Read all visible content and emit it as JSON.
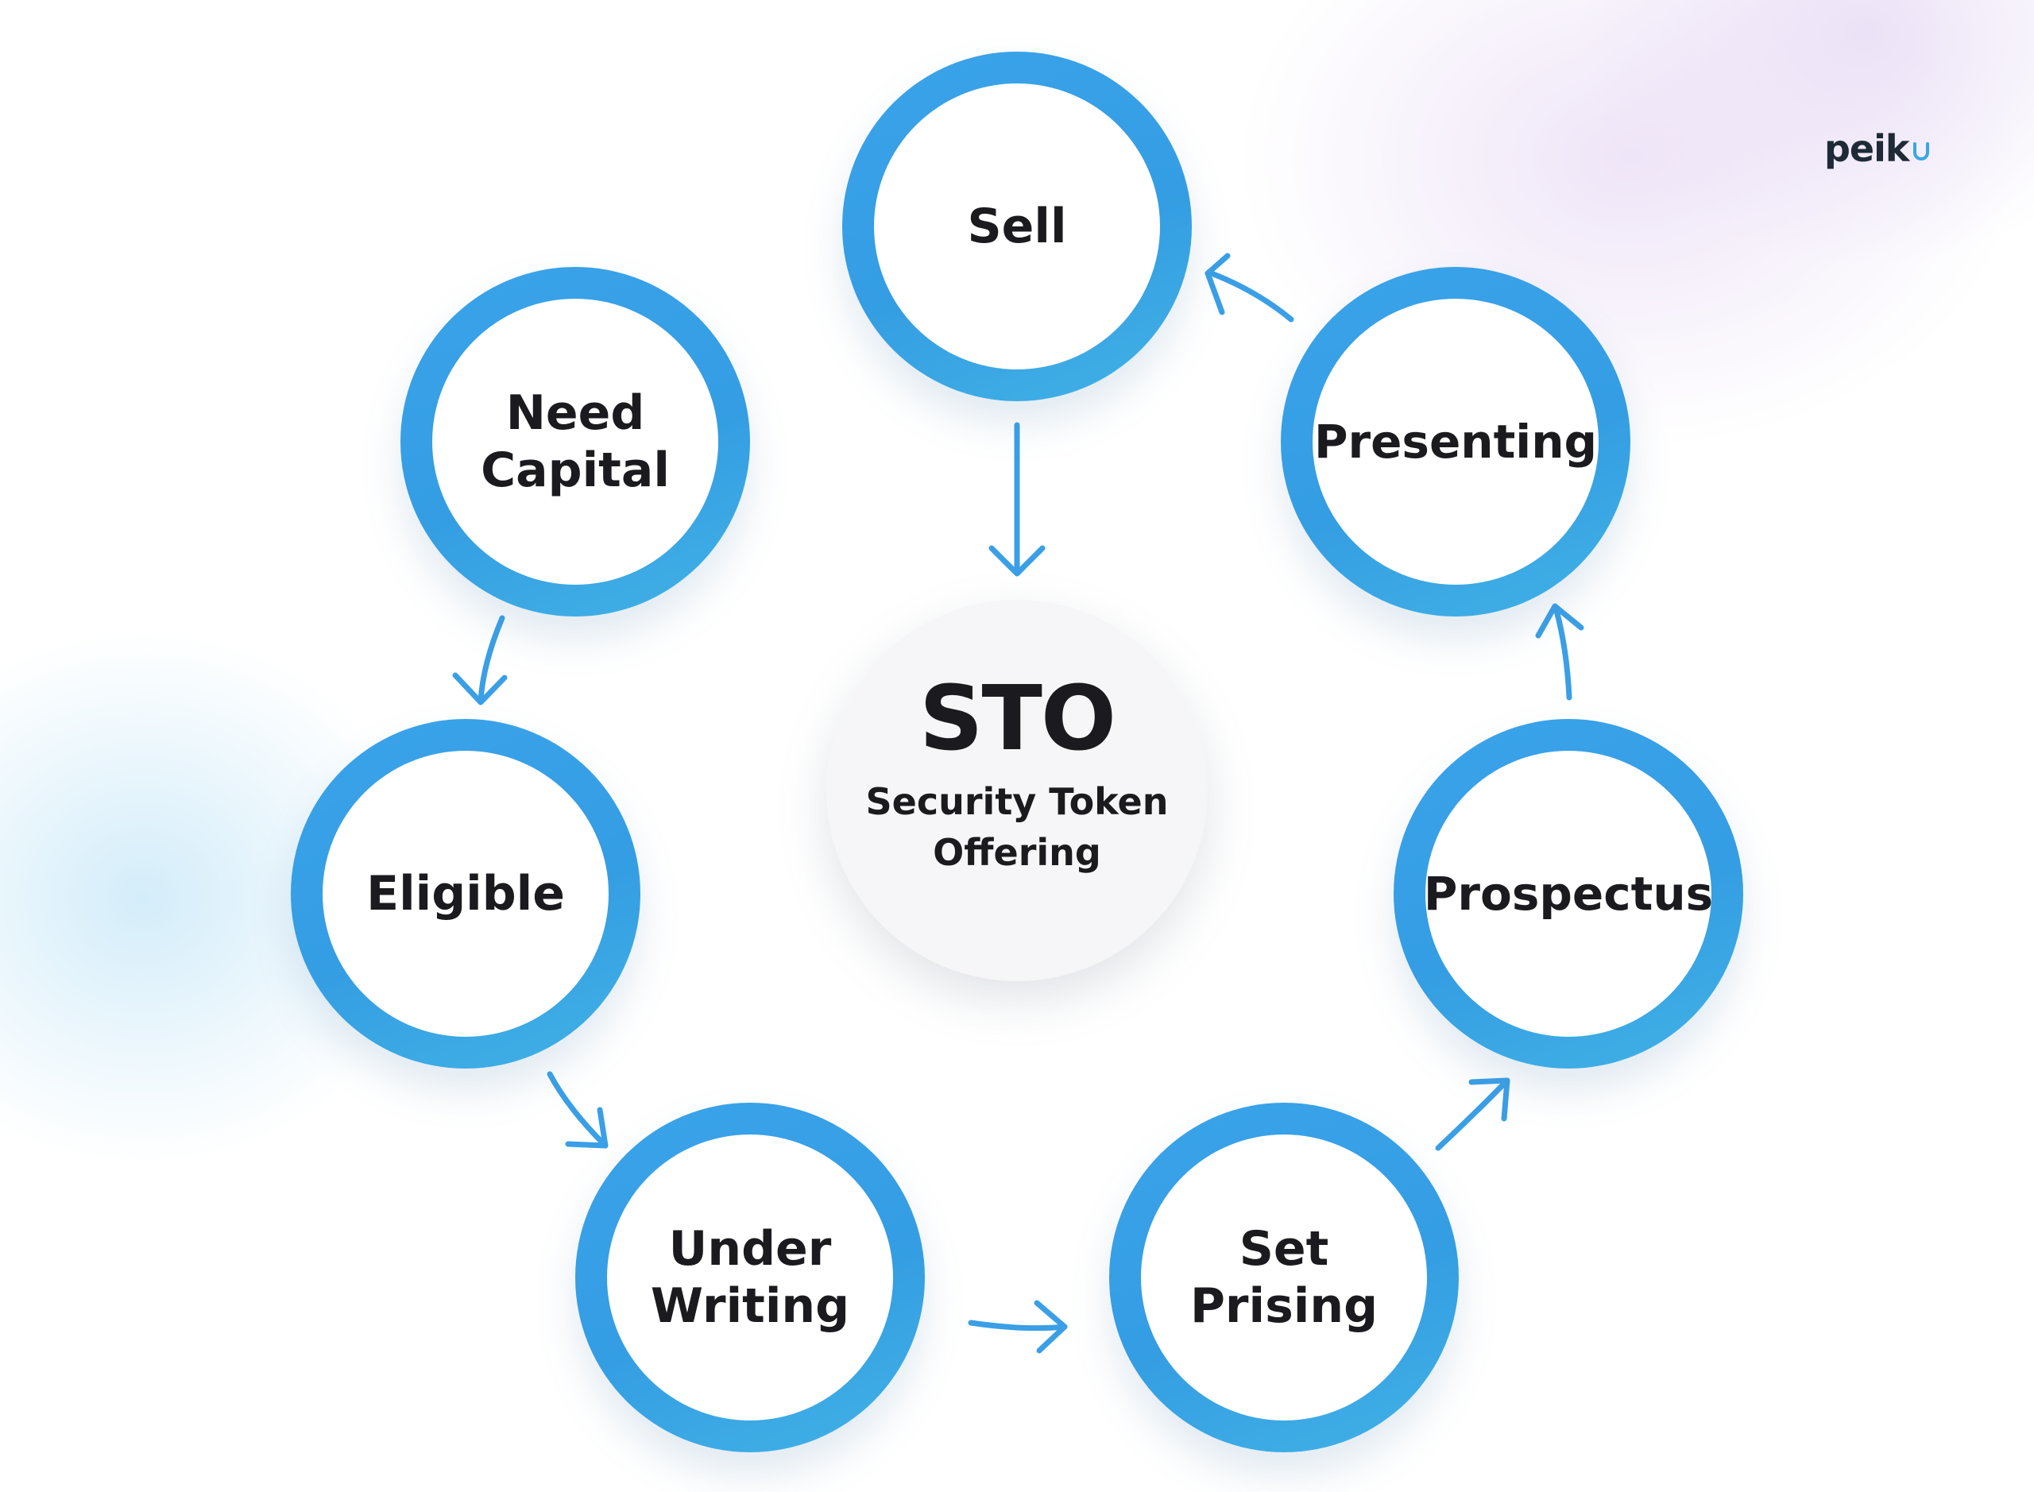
{
  "brand": {
    "name": "peik"
  },
  "center": {
    "title": "STO",
    "subtitle_line1": "Security Token",
    "subtitle_line2": "Offering"
  },
  "nodes": {
    "sell": {
      "line1": "Sell"
    },
    "need_capital": {
      "line1": "Need",
      "line2": "Capital"
    },
    "eligible": {
      "line1": "Eligible"
    },
    "under_writing": {
      "line1": "Under",
      "line2": "Writing"
    },
    "set_prising": {
      "line1": "Set",
      "line2": "Prising"
    },
    "prospectus": {
      "line1": "Prospectus"
    },
    "presenting": {
      "line1": "Presenting"
    }
  },
  "colors": {
    "ring": "#3aa3ea",
    "arrow": "#3a9fe6",
    "text": "#1b1b1f",
    "center_fill": "#f6f6f8"
  }
}
